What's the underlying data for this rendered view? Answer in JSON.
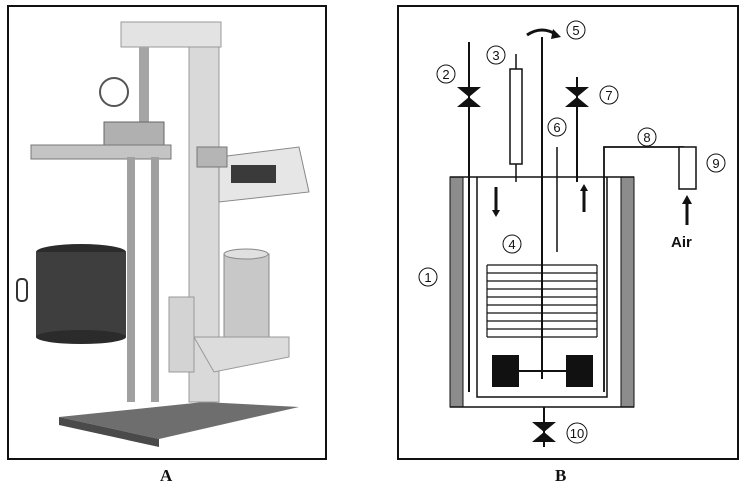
{
  "captions": {
    "a": "A",
    "b": "B"
  },
  "labels": {
    "n1": "1",
    "n2": "2",
    "n3": "3",
    "n4": "4",
    "n5": "5",
    "n6": "6",
    "n7": "7",
    "n8": "8",
    "n9": "9",
    "n10": "10",
    "air": "Air"
  },
  "colors": {
    "line": "#111111",
    "jacket": "#8c8c8c",
    "metal": "#b8b8b8",
    "dark": "#333333"
  }
}
